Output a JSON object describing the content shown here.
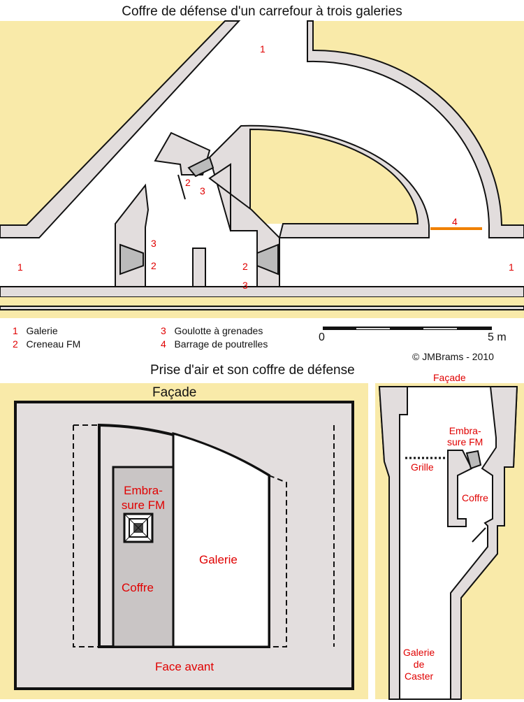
{
  "top_title": "Coffre de défense d'un carrefour à trois galeries",
  "plan_numbers": {
    "top_gallery": "1",
    "left_gallery": "1",
    "right_gallery": "1",
    "creneau_left": "2",
    "goulotte_left": "3",
    "creneau_mid": "2",
    "goulotte_mid": "3",
    "creneau_right": "2",
    "goulotte_right": "3",
    "barrage": "4"
  },
  "legend": [
    {
      "num": "1",
      "label": "Galerie"
    },
    {
      "num": "2",
      "label": "Creneau FM"
    },
    {
      "num": "3",
      "label": "Goulotte à grenades"
    },
    {
      "num": "4",
      "label": "Barrage de poutrelles"
    }
  ],
  "scale": {
    "start": "0",
    "end": "5 m"
  },
  "copyright": "©  JMBrams - 2010",
  "bottom_title": "Prise d'air et son coffre de défense",
  "left_panel": {
    "facade": "Façade",
    "embrasure": "Embra-\nsure FM",
    "galerie": "Galerie",
    "coffre": "Coffre",
    "face_avant": "Face avant"
  },
  "right_panel": {
    "facade": "Façade",
    "embrasure": "Embra-\nsure FM",
    "grille": "Grille",
    "coffre": "Coffre",
    "galerie": "Galerie\nde\nCaster"
  },
  "colors": {
    "ground": "#f9eaa9",
    "wall": "#e2dddd",
    "coffre": "#c9c5c5",
    "label": "#e00000",
    "barrage": "#f08000"
  }
}
